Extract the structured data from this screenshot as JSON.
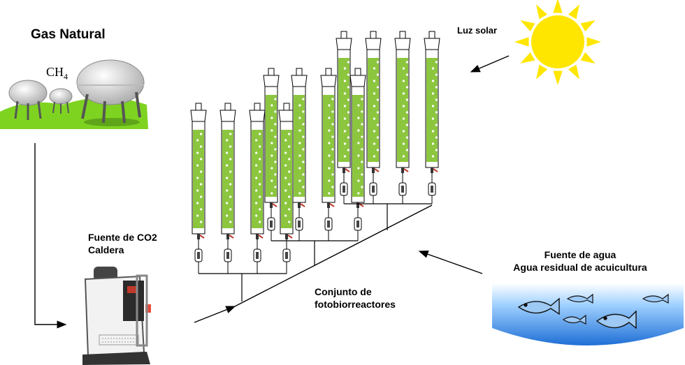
{
  "gas": {
    "title": "Gas Natural",
    "formula_main": "CH",
    "formula_sub": "4"
  },
  "co2": {
    "line1": "Fuente de CO2",
    "line2": "Caldera"
  },
  "sun": {
    "label": "Luz solar"
  },
  "water": {
    "line1": "Fuente de agua",
    "line2": "Agua residual de acuicultura"
  },
  "reactors": {
    "line1": "Conjunto de",
    "line2": "fotobiorreactores"
  },
  "colors": {
    "algae": "#8cc63f",
    "sun": "#ffe600",
    "grass": "#7ed321",
    "water": "#3a8ee6"
  }
}
